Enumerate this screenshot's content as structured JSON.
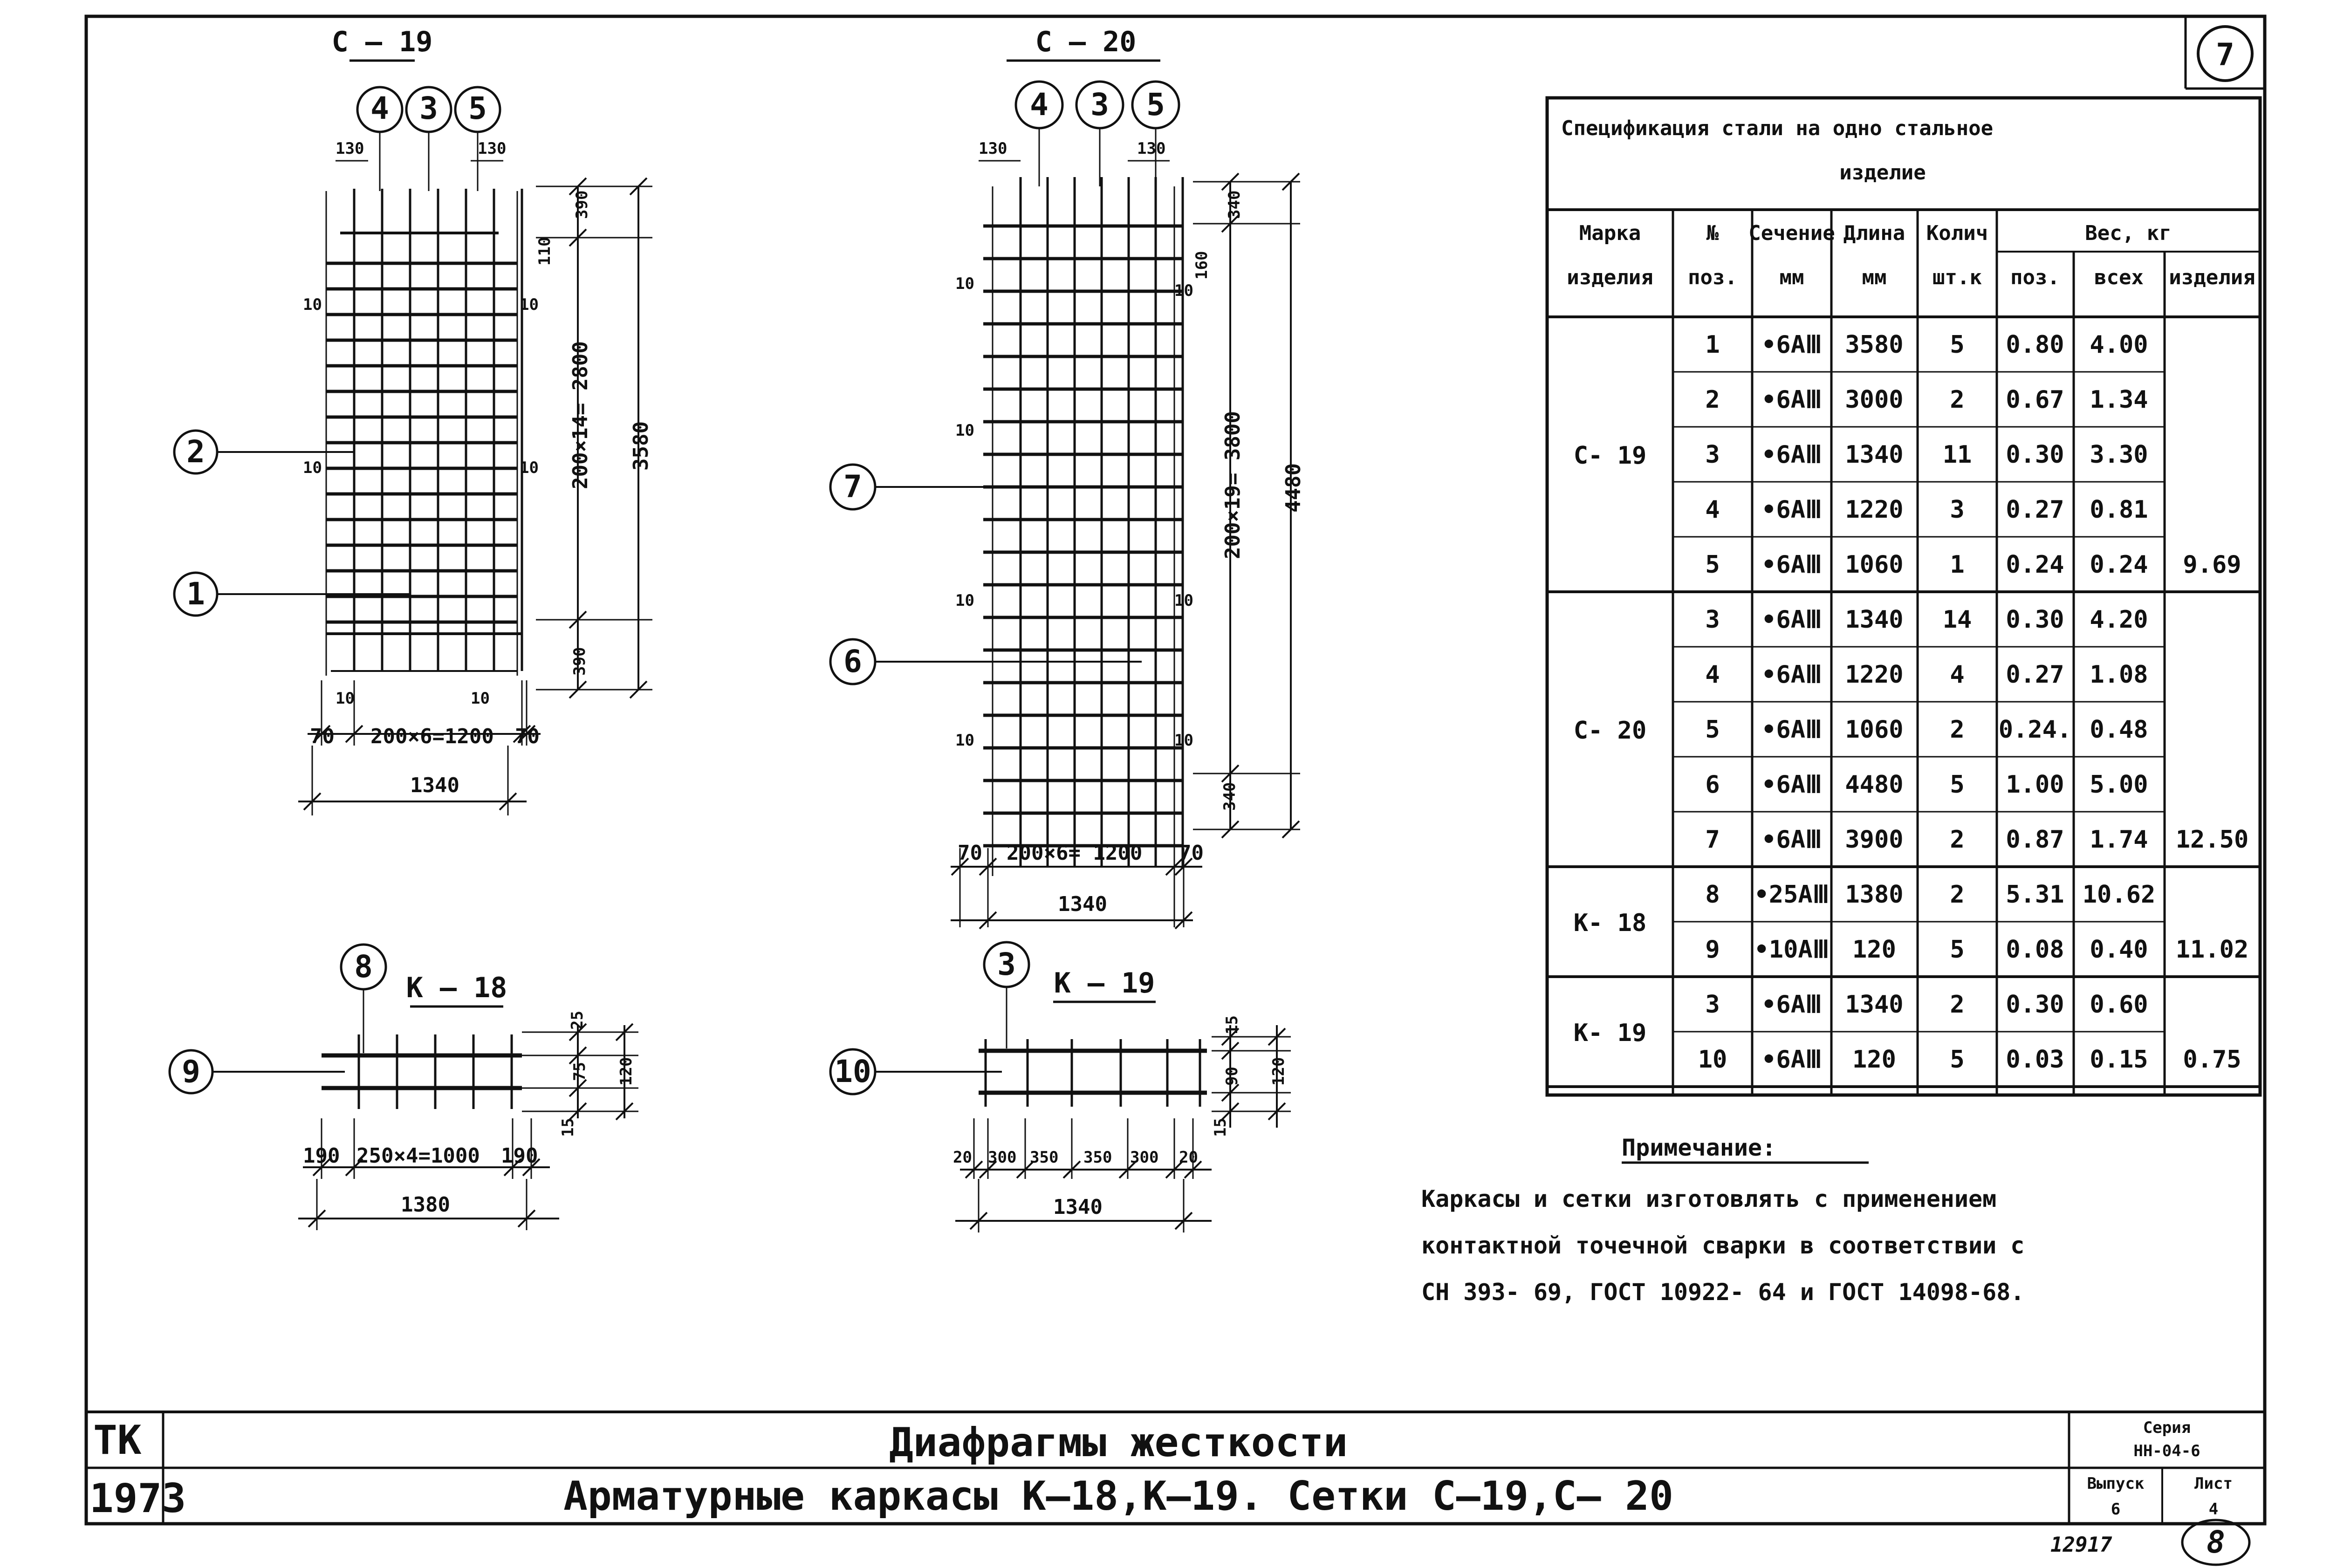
{
  "sheet": {
    "corner_mark": "7",
    "bottom_mark": "8",
    "code": "12917",
    "stamp_left_top": "ТК",
    "stamp_left_bottom": "1973",
    "title_main": "Диафрагмы жесткости",
    "title_sub": "Арматурные каркасы К–18,К–19. Сетки С–19,С– 20",
    "series_label": "Серия",
    "series_value": "НН-04-6",
    "issue_label": "Выпуск",
    "issue_value": "6",
    "sheet_label": "Лист",
    "sheet_value": "4"
  },
  "drawing": {
    "c19": {
      "title": "С – 19",
      "pos_a": "4",
      "pos_b": "3",
      "pos_c": "5",
      "d_130l": "130",
      "d_130r": "130",
      "d_390t": "390",
      "d_110": "110",
      "d_390b": "390",
      "d_span": "200×14= 2800",
      "d_len": "3580",
      "d_10a": "10",
      "d_10b": "10",
      "d_10c": "10",
      "d_10d": "10",
      "d_10e": "10",
      "d_10f": "10",
      "d_70": "70",
      "d_70r": "70",
      "d_width": "200×6=1200",
      "d_total": "1340",
      "callout_2": "2",
      "callout_1": "1"
    },
    "c20": {
      "title": "С – 20",
      "pos_a": "4",
      "pos_b": "3",
      "pos_c": "5",
      "d_130l": "130",
      "d_130r": "130",
      "d_340t": "340",
      "d_160": "160",
      "d_340b": "340",
      "d_span": "200×19= 3800",
      "d_len": "4480",
      "d_10": "10",
      "d_70": "70",
      "d_70r": "70",
      "d_width": "200×6= 1200",
      "d_total": "1340",
      "callout_7": "7",
      "callout_6": "6"
    },
    "k18": {
      "title": "К – 18",
      "pos": "8",
      "callout": "9",
      "d_25": "25",
      "d_75": "75",
      "d_120": "120",
      "d_15": "15",
      "d_190l": "190",
      "d_span": "250×4=1000",
      "d_190r": "190",
      "d_total": "1380"
    },
    "k19": {
      "title": "К – 19",
      "pos": "3",
      "callout": "10",
      "d_15a": "15",
      "d_90": "90",
      "d_120": "120",
      "d_15b": "15",
      "d_20l": "20",
      "d_300a": "300",
      "d_350a": "350",
      "d_350b": "350",
      "d_300b": "300",
      "d_20r": "20",
      "d_total": "1340"
    }
  },
  "table": {
    "title_line1": "Спецификация стали на одно стальное",
    "title_line2": "изделие",
    "headers": {
      "mark": [
        "Марка",
        "изделия"
      ],
      "pos": [
        "№",
        "поз."
      ],
      "section": [
        "Сечение",
        "мм"
      ],
      "length": [
        "Длина",
        "мм"
      ],
      "qty": [
        "Колич",
        "шт.к"
      ],
      "weight": "Вес, кг",
      "w_pos": "поз.",
      "w_all": "всех",
      "w_item": "изделия"
    },
    "groups": [
      {
        "mark": "С- 19",
        "total": "9.69",
        "rows": [
          [
            "1",
            "•6АⅢ",
            "3580",
            "5",
            "0.80",
            "4.00"
          ],
          [
            "2",
            "•6АⅢ",
            "3000",
            "2",
            "0.67",
            "1.34"
          ],
          [
            "3",
            "•6АⅢ",
            "1340",
            "11",
            "0.30",
            "3.30"
          ],
          [
            "4",
            "•6АⅢ",
            "1220",
            "3",
            "0.27",
            "0.81"
          ],
          [
            "5",
            "•6АⅢ",
            "1060",
            "1",
            "0.24",
            "0.24"
          ]
        ]
      },
      {
        "mark": "С- 20",
        "total": "12.50",
        "rows": [
          [
            "3",
            "•6АⅢ",
            "1340",
            "14",
            "0.30",
            "4.20"
          ],
          [
            "4",
            "•6АⅢ",
            "1220",
            "4",
            "0.27",
            "1.08"
          ],
          [
            "5",
            "•6АⅢ",
            "1060",
            "2",
            "0.24.",
            "0.48"
          ],
          [
            "6",
            "•6АⅢ",
            "4480",
            "5",
            "1.00",
            "5.00"
          ],
          [
            "7",
            "•6АⅢ",
            "3900",
            "2",
            "0.87",
            "1.74"
          ]
        ]
      },
      {
        "mark": "К- 18",
        "total": "11.02",
        "rows": [
          [
            "8",
            "•25АⅢ",
            "1380",
            "2",
            "5.31",
            "10.62"
          ],
          [
            "9",
            "•10АⅢ",
            "120",
            "5",
            "0.08",
            "0.40"
          ]
        ]
      },
      {
        "mark": "К- 19",
        "total": "0.75",
        "rows": [
          [
            "3",
            "•6АⅢ",
            "1340",
            "2",
            "0.30",
            "0.60"
          ],
          [
            "10",
            "•6АⅢ",
            "120",
            "5",
            "0.03",
            "0.15"
          ]
        ]
      }
    ]
  },
  "note": {
    "title": "Примечание:",
    "line1": "Каркасы и сетки изготовлять с применением",
    "line2": "контактной точечной сварки в соответствии с",
    "line3": "СН 393- 69, ГОСТ 10922- 64 и ГОСТ 14098-68."
  }
}
